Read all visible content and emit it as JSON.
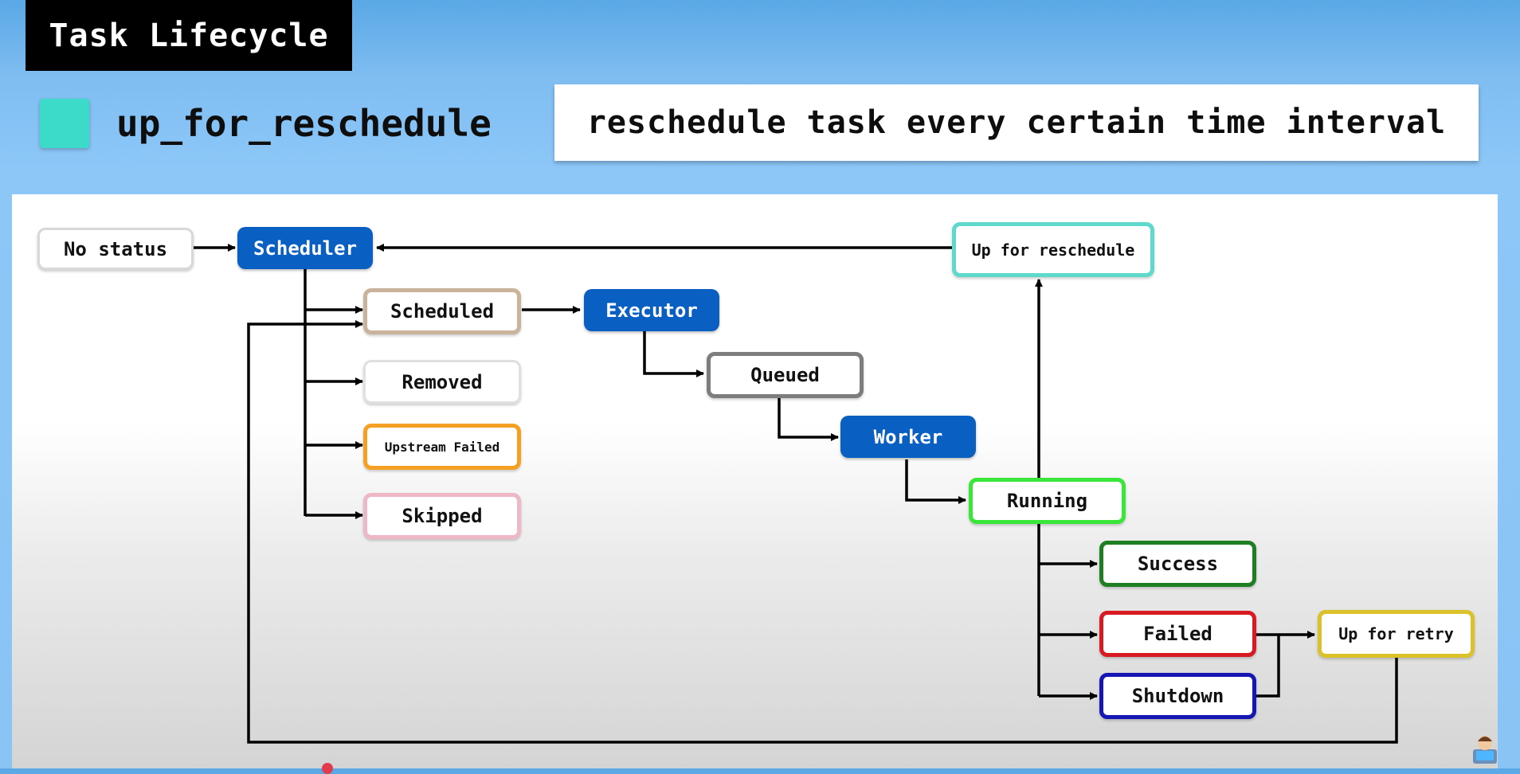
{
  "header": {
    "title": "Task Lifecycle",
    "state_name": "up_for_reschedule",
    "state_color": "#3cdac8",
    "description": "reschedule task every certain time interval"
  },
  "diagram": {
    "nodes": {
      "no_status": {
        "label": "No status",
        "border": "#d8d8d8"
      },
      "scheduler": {
        "label": "Scheduler",
        "fill": "#0a5fc2"
      },
      "scheduled": {
        "label": "Scheduled",
        "border": "#c9b49b"
      },
      "removed": {
        "label": "Removed",
        "border": "#e0e0e0"
      },
      "upstream_failed": {
        "label": "Upstream Failed",
        "border": "#f4a123"
      },
      "skipped": {
        "label": "Skipped",
        "border": "#efb8c6"
      },
      "executor": {
        "label": "Executor",
        "fill": "#0a5fc2"
      },
      "queued": {
        "label": "Queued",
        "border": "#7d7d7d"
      },
      "worker": {
        "label": "Worker",
        "fill": "#0a5fc2"
      },
      "running": {
        "label": "Running",
        "border": "#3ae63a"
      },
      "up_for_reschedule": {
        "label": "Up for reschedule",
        "border": "#5fd9cc"
      },
      "success": {
        "label": "Success",
        "border": "#1f7d22"
      },
      "failed": {
        "label": "Failed",
        "border": "#d91a22"
      },
      "shutdown": {
        "label": "Shutdown",
        "border": "#1616b5"
      },
      "up_for_retry": {
        "label": "Up for retry",
        "border": "#dcc22a"
      }
    }
  }
}
